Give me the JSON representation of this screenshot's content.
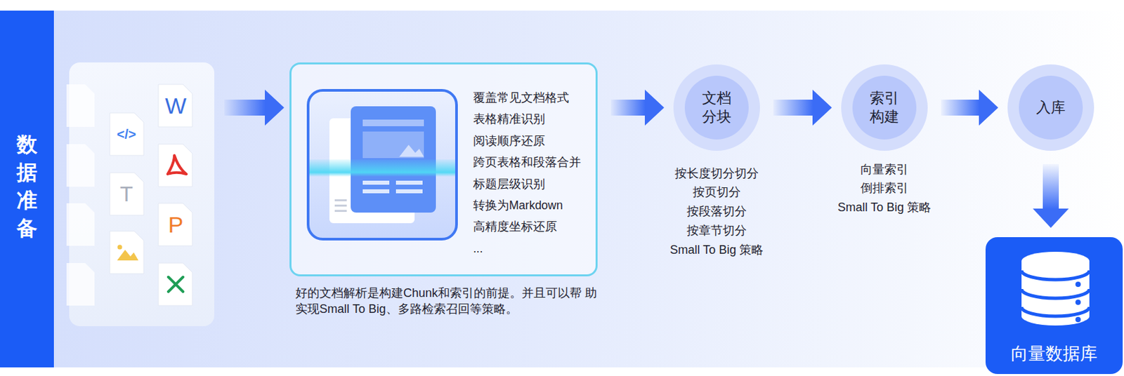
{
  "diagram": {
    "nodes": [
      {
        "text": [
          "数据准备"
        ]
      },
      {
        "text": [
          "覆盖常见文档格式",
          "表格精准识别",
          "阅读顺序还原",
          "跨页表格和段落合并",
          "标题层级识别",
          "转换为Markdown",
          "高精度坐标还原",
          "..."
        ]
      },
      {
        "text": [
          "文档 分块"
        ]
      },
      {
        "text": [
          "索引 构建"
        ]
      },
      {
        "text": [
          "入库"
        ]
      },
      {
        "text": [
          "向量数据库"
        ]
      }
    ],
    "edges": [
      {
        "from": 1,
        "to": 2,
        "arrow": "to"
      },
      {
        "from": 2,
        "to": 3,
        "arrow": "to"
      },
      {
        "from": 3,
        "to": 4,
        "arrow": "to"
      },
      {
        "from": 4,
        "to": 5,
        "arrow": "to"
      }
    ],
    "labels": [
      "</>",
      "W",
      "T",
      "P",
      "好的文档解析是构建Chunk和索引的前提。并且可以帮 助实现Small To Big、多路检索召回等策略。",
      "按长度切分切分",
      "按页切分",
      "按段落切分",
      "按章节切分",
      "Small To Big 策略",
      "向量索引",
      "倒排索引",
      "Small To Big 策略"
    ]
  }
}
